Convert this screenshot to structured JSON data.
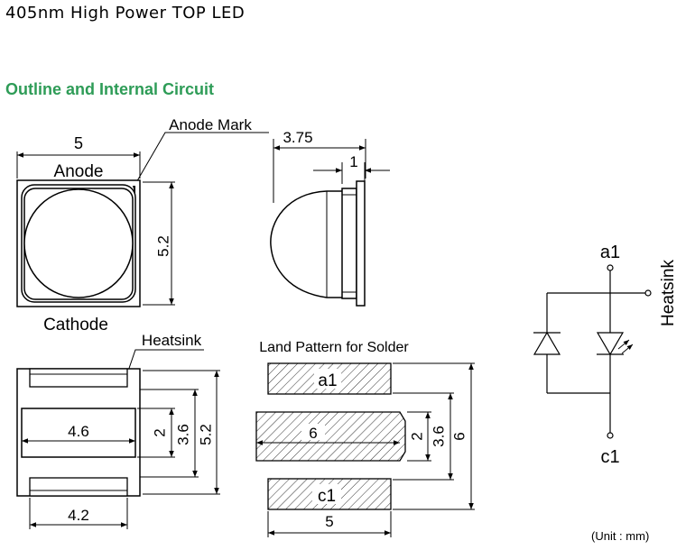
{
  "title": "405nm High Power TOP LED",
  "section_title": "Outline and Internal Circuit",
  "unit_note": "(Unit : mm)",
  "top_view": {
    "width_dim": "5",
    "height_dim": "5.2",
    "anode_label": "Anode",
    "cathode_label": "Cathode",
    "anode_mark_label": "Anode Mark"
  },
  "side_view": {
    "total_dim": "3.75",
    "body_dim": "1"
  },
  "bottom_view": {
    "heatsink_label": "Heatsink",
    "pad_width_dim": "4.6",
    "lead_width_dim": "4.2",
    "pad_height_dim": "2",
    "inner_height_dim": "3.6",
    "outer_height_dim": "5.2"
  },
  "land_pattern": {
    "title": "Land Pattern for Solder",
    "pad_a1_label": "a1",
    "pad_c1_label": "c1",
    "center_dim": "6",
    "width_dim": "5",
    "pad_height_dim": "2",
    "inner_height_dim": "3.6",
    "outer_height_dim": "6"
  },
  "circuit": {
    "anode_label": "a1",
    "cathode_label": "c1",
    "heatsink_label": "Heatsink"
  }
}
